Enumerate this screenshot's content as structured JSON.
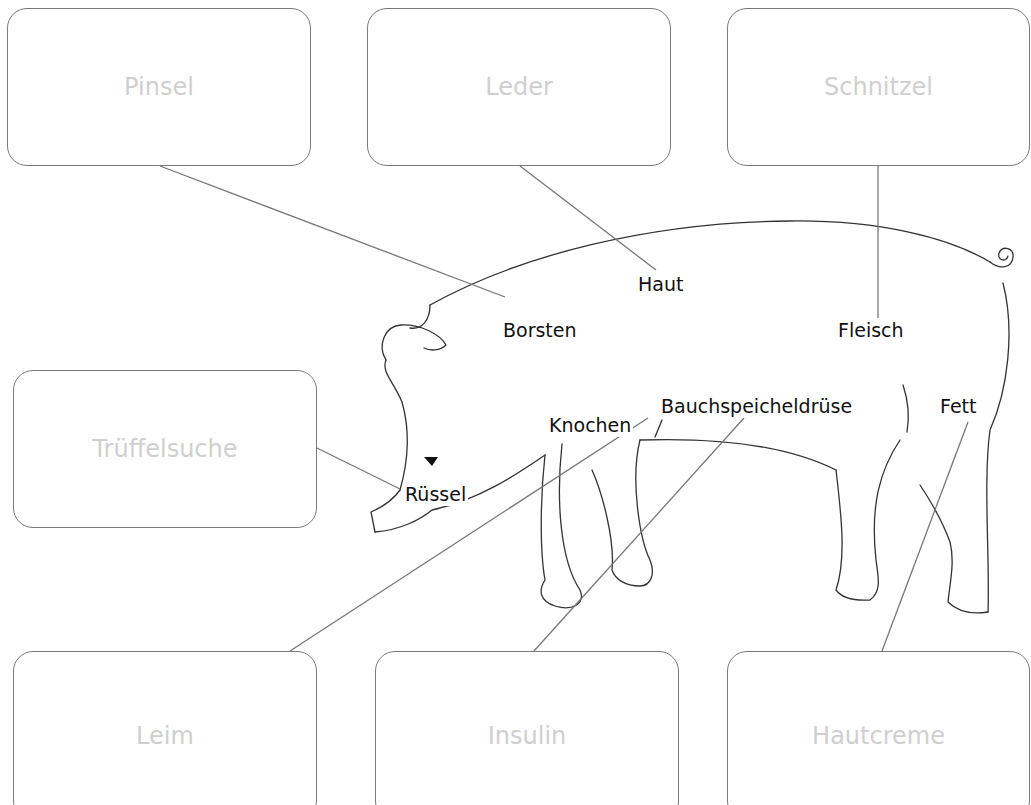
{
  "diagram": {
    "nodes": [
      {
        "text": [
          "Pinsel"
        ]
      },
      {
        "text": [
          "Leder"
        ]
      },
      {
        "text": [
          "Schnitzel"
        ]
      },
      {
        "text": [
          "Trüffelsuche"
        ]
      },
      {
        "text": [
          "Leim"
        ]
      },
      {
        "text": [
          "Insulin"
        ]
      },
      {
        "text": [
          "Hautcreme"
        ]
      }
    ],
    "labels": [
      "Haut",
      "Borsten",
      "Fleisch",
      "Bauchspeicheldrüse",
      "Fett",
      "Knochen",
      "Rüssel"
    ]
  }
}
